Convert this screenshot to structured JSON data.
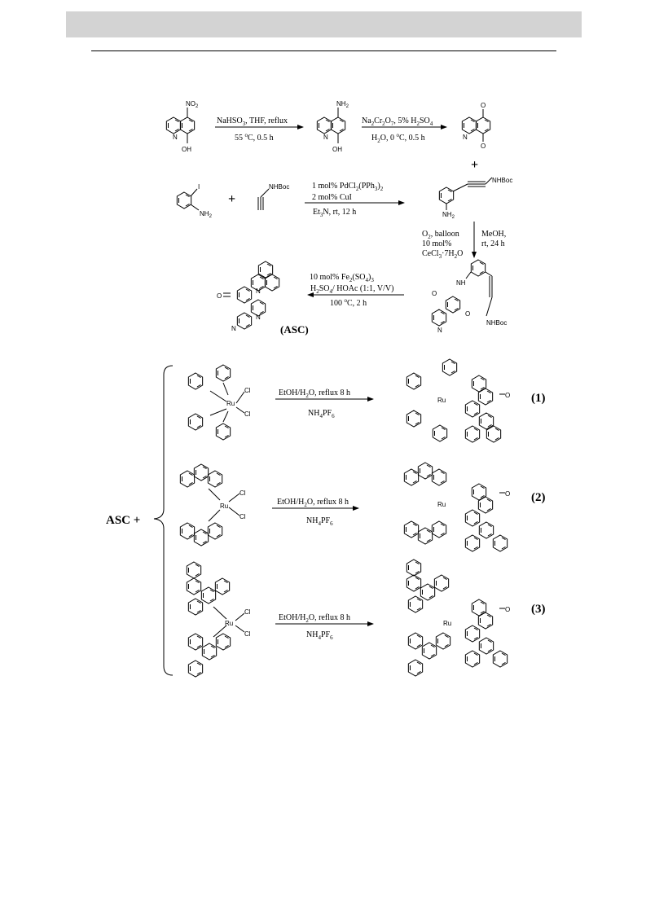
{
  "page": {
    "header_color": "#d3d3d3"
  },
  "scheme": {
    "step1": {
      "above": "NaHSO",
      "above_sub": "3",
      "above_rest": ", THF, reflux",
      "below": "55 ",
      "below_sup": "o",
      "below_rest": "C, 0.5 h"
    },
    "step2": {
      "above_a": "Na",
      "above_sub1": "2",
      "above_b": "Cr",
      "above_sub2": "2",
      "above_c": "O",
      "above_sub3": "7",
      "above_d": ", 5% H",
      "above_sub4": "2",
      "above_e": "SO",
      "above_sub5": "4",
      "below_a": "H",
      "below_sub": "2",
      "below_b": "O, 0 ",
      "below_sup": "o",
      "below_c": "C, 0.5 h"
    },
    "step3": {
      "line1_a": "1 mol% PdCl",
      "line1_sub1": "2",
      "line1_b": "(PPh",
      "line1_sub2": "3",
      "line1_c": ")",
      "line1_sub3": "2",
      "line2": "2 mol% CuI",
      "line3_a": "Et",
      "line3_sub": "3",
      "line3_b": "N, rt, 12 h"
    },
    "step4": {
      "left1_a": "O",
      "left1_sub": "2",
      "left1_b": ", balloon",
      "left2": "10 mol%",
      "left3_a": "CeCl",
      "left3_sub1": "3",
      "left3_b": "·7H",
      "left3_sub2": "2",
      "left3_c": "O",
      "right1": "MeOH,",
      "right2": "rt, 24 h"
    },
    "step5": {
      "line1_a": "10 mol% Fe",
      "line1_sub1": "2",
      "line1_b": "(SO",
      "line1_sub2": "4",
      "line1_c": ")",
      "line1_sub3": "3",
      "line2_a": "H",
      "line2_sub1": "2",
      "line2_b": "SO",
      "line2_sub2": "4",
      "line2_c": "/ HOAc (1:1, V/V)",
      "line3_a": "100 ",
      "line3_sup": "o",
      "line3_b": "C, 2 h"
    },
    "plus": "+",
    "product_label": "(ASC)",
    "complex_steps": [
      {
        "above_a": "EtOH/H",
        "above_sub": "2",
        "above_b": "O, reflux 8 h",
        "below_a": "NH",
        "below_sub1": "4",
        "below_b": "PF",
        "below_sub2": "6",
        "label": "(1)"
      },
      {
        "above_a": "EtOH/H",
        "above_sub": "2",
        "above_b": "O, reflux 8 h",
        "below_a": "NH",
        "below_sub1": "4",
        "below_b": "PF",
        "below_sub2": "6",
        "label": "(2)"
      },
      {
        "above_a": "EtOH/H",
        "above_sub": "2",
        "above_b": "O, reflux 8 h",
        "below_a": "NH",
        "below_sub1": "4",
        "below_b": "PF",
        "below_sub2": "6",
        "label": "(3)"
      }
    ],
    "asc_plus": "ASC +",
    "atoms": {
      "no2": "NO",
      "no2_sub": "2",
      "oh": "OH",
      "nh2": "NH",
      "nh2_sub": "2",
      "n": "N",
      "o": "O",
      "i": "I",
      "nhboc": "NHBoc",
      "nh": "NH",
      "ru": "Ru",
      "cl": "Cl"
    }
  }
}
